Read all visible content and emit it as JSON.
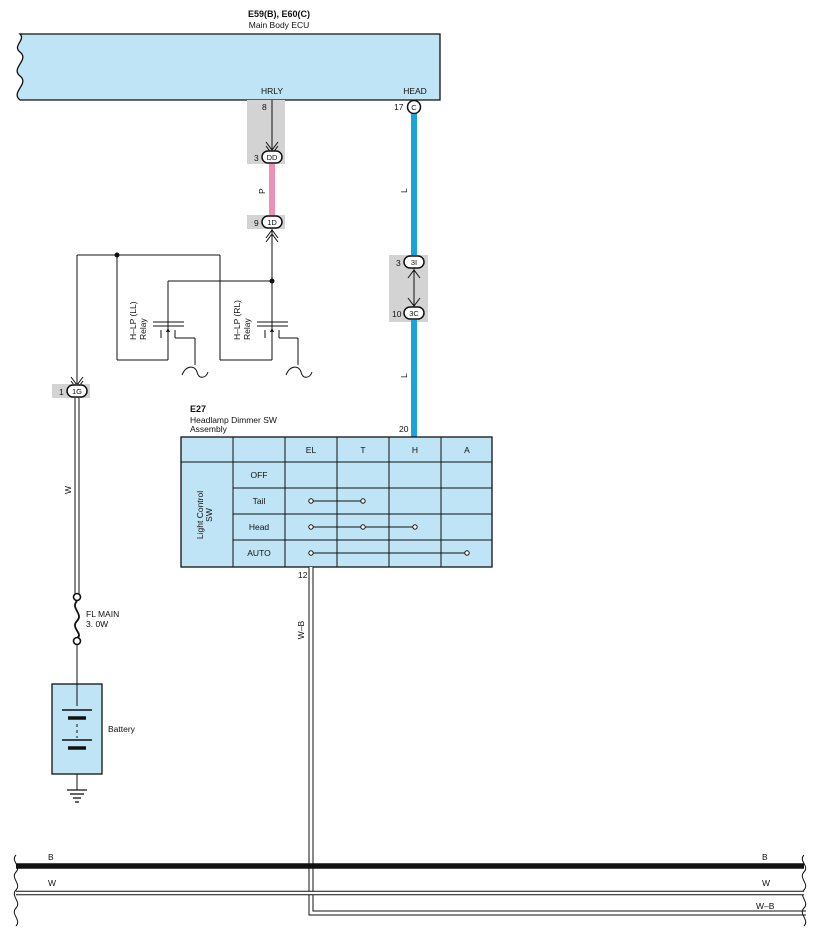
{
  "colors": {
    "ecu_fill": "#bfe4f6",
    "table_fill": "#bfe4f6",
    "battery_fill": "#bfe4f6",
    "wire_blue": "#1aa3dc",
    "wire_pink": "#ef8fb5",
    "wire_black": "#111111"
  },
  "ecu": {
    "title": "E59(B), E60(C)",
    "subtitle": "Main Body ECU",
    "pin_hrly_label": "HRLY",
    "pin_head_label": "HEAD",
    "pin_hrly_no": "8",
    "pin_head_no": "17",
    "pin_head_conn": "C"
  },
  "connectors": {
    "dd": {
      "pin": "3",
      "code": "DD"
    },
    "d1": {
      "pin": "9",
      "code": "1D"
    },
    "c3i": {
      "pin": "3",
      "code": "3I"
    },
    "c3c": {
      "pin": "10",
      "code": "3C"
    },
    "g1": {
      "pin": "1",
      "code": "1G"
    }
  },
  "wires": {
    "pink_color": "P",
    "blue_upper_color": "L",
    "blue_lower_color": "L",
    "white_color": "W",
    "wb_color": "W–B"
  },
  "relays": {
    "ll_name": "H–LP (LL)",
    "ll_type": "Relay",
    "rl_name": "H–LP (RL)",
    "rl_type": "Relay"
  },
  "fuse": {
    "name": "FL MAIN",
    "rating": "3. 0W"
  },
  "battery": {
    "label": "Battery"
  },
  "switch": {
    "code": "E27",
    "name_line1": "Headlamp Dimmer SW",
    "name_line2": "Assembly",
    "pin_top": "20",
    "pin_bottom": "12",
    "side_label_line1": "Light Control",
    "side_label_line2": "SW",
    "columns": [
      "EL",
      "T",
      "H",
      "A"
    ],
    "rows": [
      {
        "label": "OFF",
        "contacts": []
      },
      {
        "label": "Tail",
        "contacts": [
          "EL",
          "T"
        ]
      },
      {
        "label": "Head",
        "contacts": [
          "EL",
          "T",
          "H"
        ]
      },
      {
        "label": "AUTO",
        "contacts": [
          "EL",
          "A"
        ]
      }
    ]
  },
  "bus": {
    "b_left": "B",
    "b_right": "B",
    "w_left": "W",
    "w_right": "W",
    "wb_right": "W–B"
  }
}
